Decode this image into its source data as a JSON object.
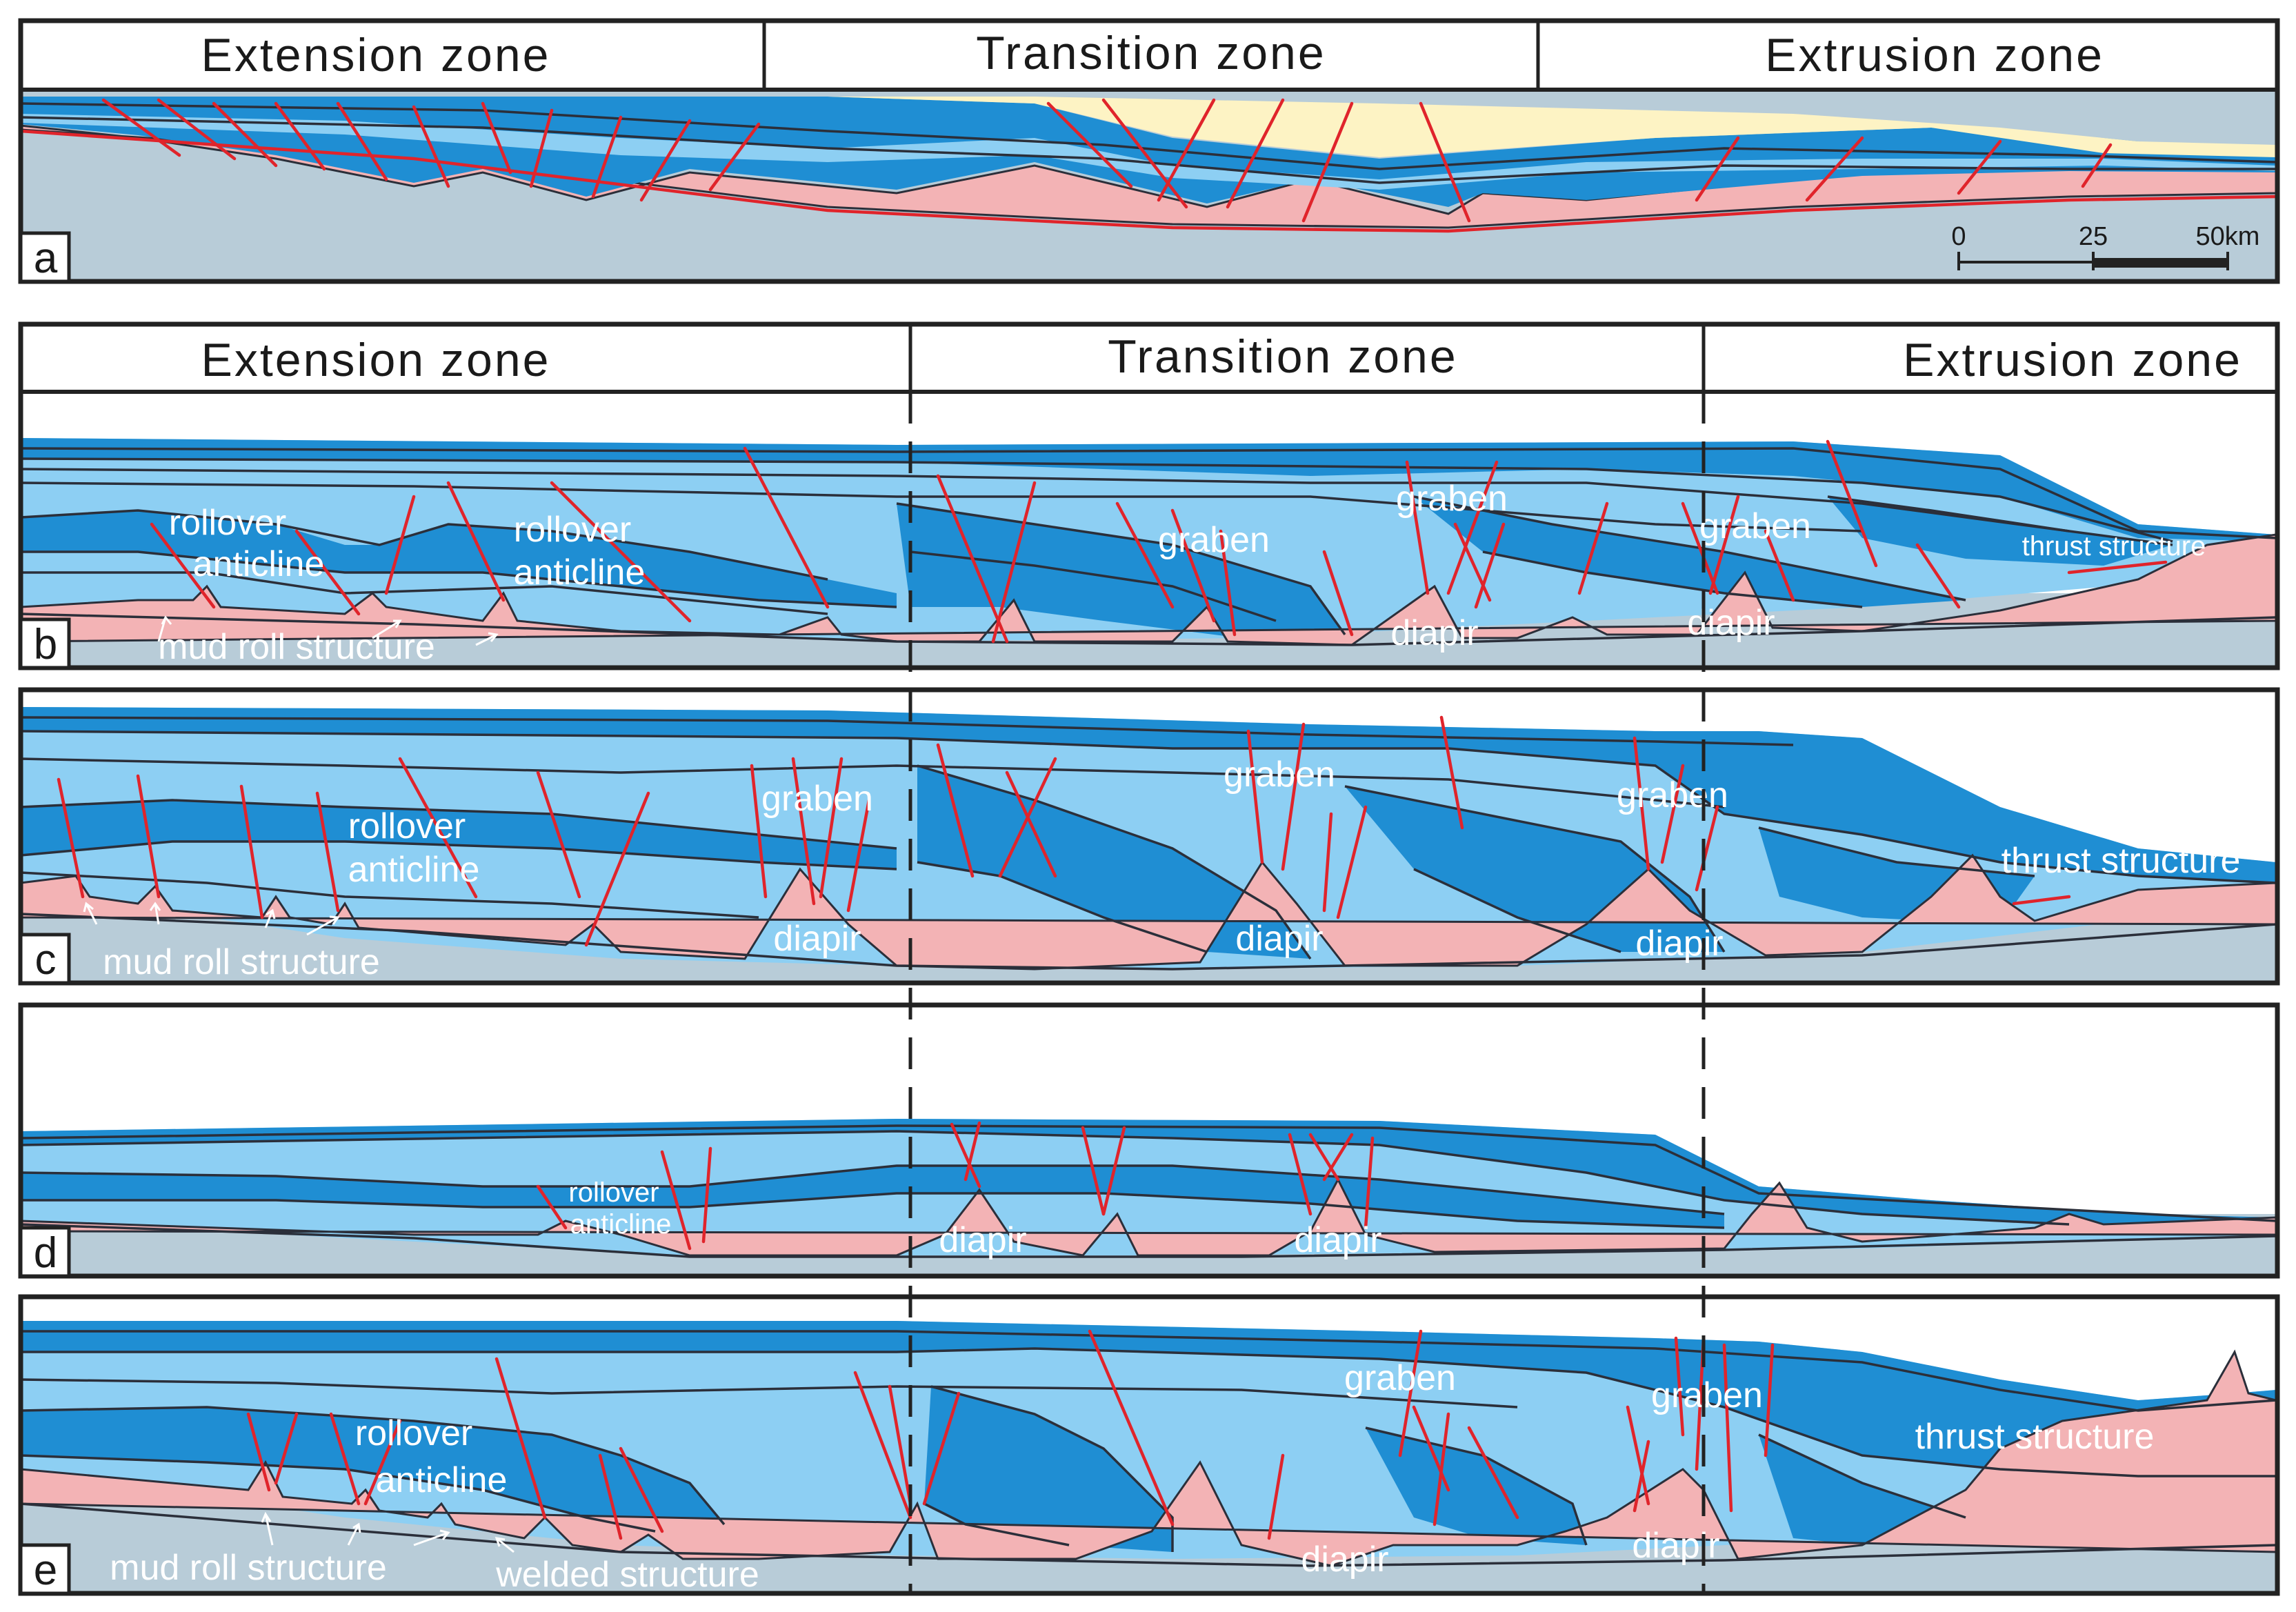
{
  "colors": {
    "deep_blue": "#1f8ed3",
    "light_blue": "#8dcff3",
    "salt_pink": "#f3b3b5",
    "basement_gray": "#b8ccd8",
    "surface_yellow": "#fdf3c4",
    "fault_red": "#e0242b"
  },
  "panel_a": {
    "letter": "a",
    "zones": [
      "Extension zone",
      "Transition zone",
      "Extrusion zone"
    ],
    "scale_bar": {
      "ticks": [
        "0",
        "25",
        "50km"
      ]
    }
  },
  "panel_b": {
    "letter": "b",
    "zones": [
      "Extension zone",
      "Transition zone",
      "Extrusion zone"
    ],
    "labels": {
      "rollover_1": [
        "rollover",
        "anticline"
      ],
      "rollover_2": [
        "rollover",
        "anticline"
      ],
      "mud_roll": "mud roll structure",
      "graben_1": "graben",
      "graben_2": "graben",
      "graben_3": "graben",
      "diapir_1": "diapir",
      "diapir_2": "diapir",
      "thrust": "thrust structure"
    }
  },
  "panel_c": {
    "letter": "c",
    "labels": {
      "rollover": [
        "rollover",
        "anticline"
      ],
      "mud_roll": "mud roll structure",
      "graben_1": "graben",
      "graben_2": "graben",
      "graben_3": "graben",
      "diapir_1": "diapir",
      "diapir_2": "diapir",
      "diapir_3": "diapir",
      "thrust": "thrust structure"
    }
  },
  "panel_d": {
    "letter": "d",
    "labels": {
      "rollover": [
        "rollover",
        "anticline"
      ],
      "diapir_1": "diapir",
      "diapir_2": "diapir"
    }
  },
  "panel_e": {
    "letter": "e",
    "labels": {
      "rollover": [
        "rollover",
        "anticline"
      ],
      "mud_roll": "mud roll structure",
      "welded": "welded structure",
      "graben_1": "graben",
      "graben_2": "graben",
      "diapir_1": "diapir",
      "diapir_2": "diapir",
      "thrust": "thrust structure"
    }
  }
}
